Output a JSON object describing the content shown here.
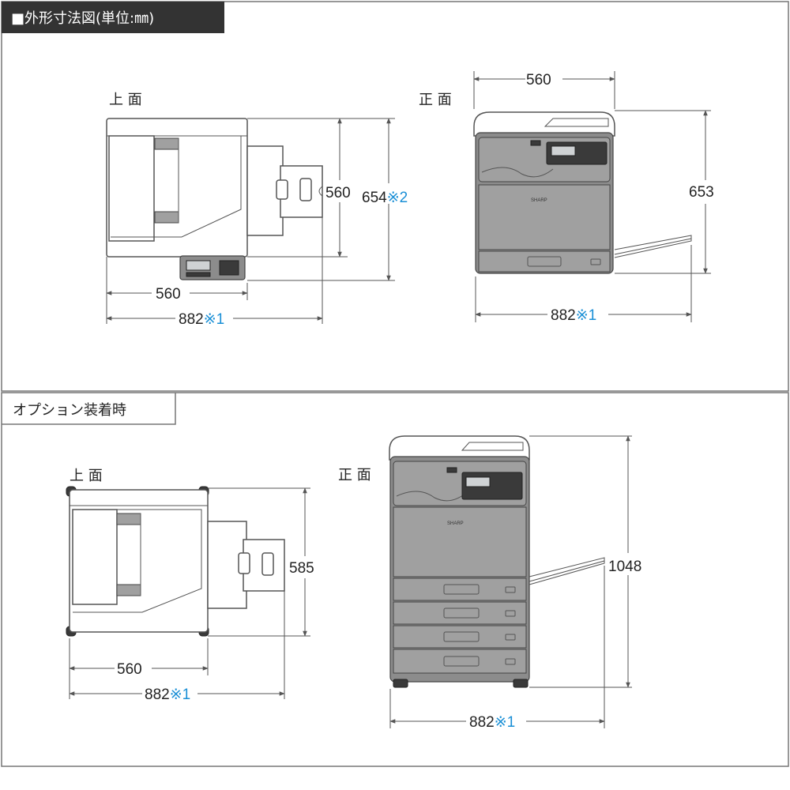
{
  "section_main": {
    "title": "■外形寸法図(単位:㎜)",
    "top_label": "上 面",
    "front_label": "正 面",
    "top_depth": "560",
    "top_height_total": "654",
    "top_height_note": "※2",
    "top_width_body": "560",
    "top_width_total": "882",
    "top_width_note": "※1",
    "front_width_body": "560",
    "front_height": "653",
    "front_width_total": "882",
    "front_width_note": "※1"
  },
  "section_option": {
    "title": "オプション装着時",
    "top_label": "上 面",
    "front_label": "正 面",
    "top_height": "585",
    "top_width_body": "560",
    "top_width_total": "882",
    "top_width_note": "※1",
    "front_height": "1048",
    "front_width_total": "882",
    "front_width_note": "※1"
  },
  "brand_text": "SHARP",
  "colors": {
    "note_blue": "#1a8fd6",
    "header_bg": "#333333",
    "device_grey": "#8c8c8c"
  }
}
